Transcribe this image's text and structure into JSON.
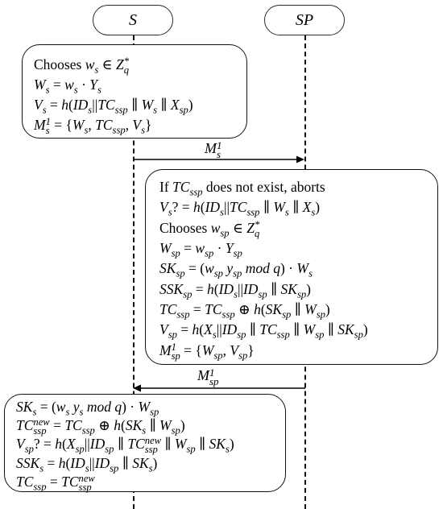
{
  "actors": {
    "s": {
      "label": "S",
      "color": "#F4A97A"
    },
    "sp": {
      "label": "SP",
      "color": "#8FAADC"
    }
  },
  "boxes": {
    "s_init": {
      "lines": [
        "Chooses w_s ∈ Z_q^*",
        "W_s = w_s · Y_s",
        "V_s = h(ID_s||TC_ssp ∥ W_s ∥ X_sp)",
        "M_s^1 = {W_s, TC_ssp, V_s}"
      ]
    },
    "sp_process": {
      "lines": [
        "If TC_ssp does not exist, aborts",
        "V_s? = h(ID_s||TC_ssp ∥ W_s ∥ X_s)",
        "Chooses w_sp ∈ Z_q^*",
        "W_sp = w_sp · Y_sp",
        "SK_sp = (w_sp y_sp mod q) · W_s",
        "SSK_sp = h(ID_s||ID_sp ∥ SK_sp)",
        "TC_ssp = TC_ssp ⊕ h(SK_sp ∥ W_sp)",
        "V_sp = h(X_s||ID_sp ∥ TC_ssp ∥ W_sp ∥ SK_sp)",
        "M_sp^1 = {W_sp, V_sp}"
      ]
    },
    "s_final": {
      "lines": [
        "SK_s = (w_s y_s mod q) · W_sp",
        "TC_ssp^new = TC_ssp ⊕ h(SK_s ∥ W_sp)",
        "V_sp? = h(X_sp||ID_sp ∥ TC_ssp^new ∥ W_sp ∥ SK_s)",
        "SSK_s = h(ID_s||ID_sp ∥ SK_s)",
        "TC_ssp = TC_ssp^new"
      ]
    }
  },
  "messages": {
    "m_s1": "M_s^1",
    "m_sp1": "M_sp^1"
  }
}
